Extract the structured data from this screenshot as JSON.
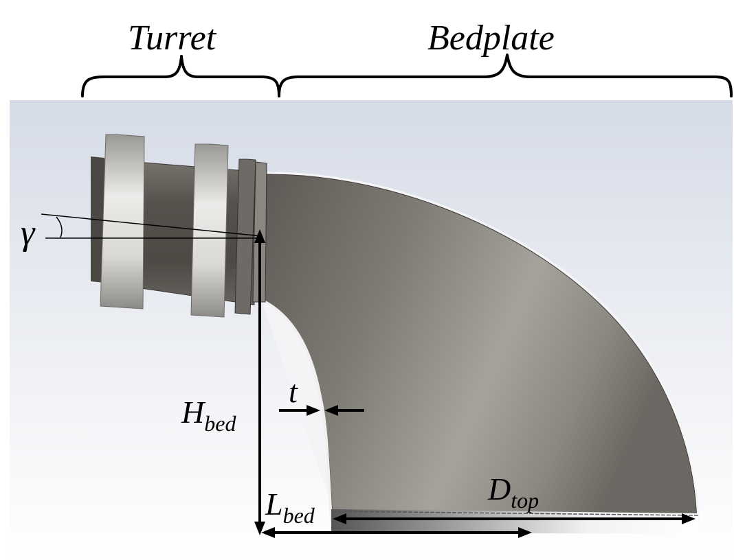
{
  "labels": {
    "turret": "Turret",
    "bedplate": "Bedplate",
    "gamma": "γ",
    "t": "t",
    "h_main": "H",
    "h_sub": "bed",
    "l_main": "L",
    "l_sub": "bed",
    "d_main": "D",
    "d_sub": "top"
  },
  "colors": {
    "background_top": "#d6dce8",
    "background_bottom": "#ffffff",
    "metal_dark": "#5a5651",
    "metal_light": "#a8a49e",
    "flange_light": "#e2e1df",
    "annotation": "#000000"
  }
}
